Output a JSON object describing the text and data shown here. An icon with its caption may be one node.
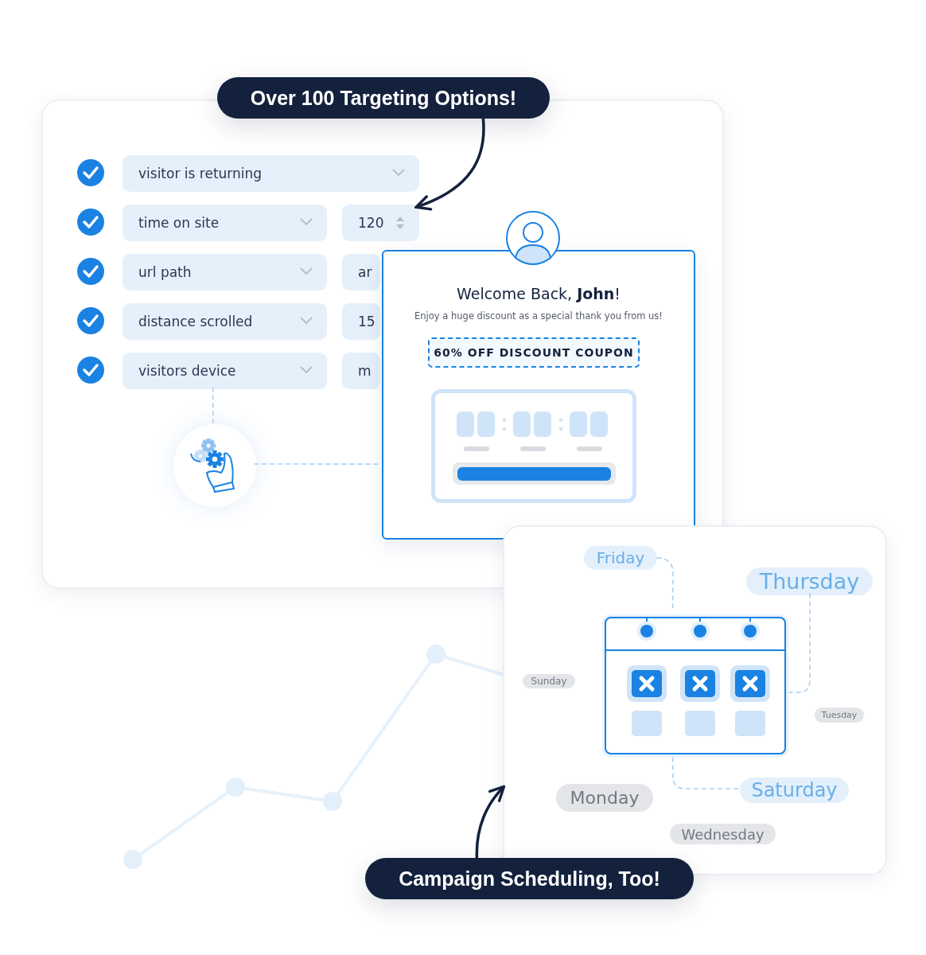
{
  "diagram": {
    "nodes": [
      {
        "text": [
          "Over 100 Targeting Options!"
        ]
      },
      {
        "text": [],
        "shape": "box"
      },
      {
        "text": [
          "visitor is returning"
        ],
        "in": 1
      },
      {
        "text": [
          "time on site"
        ],
        "in": 1
      },
      {
        "text": [
          "120"
        ],
        "in": 1
      },
      {
        "text": [
          "url path"
        ],
        "in": 1
      },
      {
        "text": [
          "ar"
        ],
        "in": 1
      },
      {
        "text": [
          "distance scrolled"
        ],
        "in": 1
      },
      {
        "text": [
          "15"
        ],
        "in": 1
      },
      {
        "text": [
          "visitors device"
        ],
        "in": 1
      },
      {
        "text": [
          "m"
        ],
        "in": 1
      },
      {
        "text": [],
        "shape": "circle",
        "in": 1
      },
      {
        "text": [
          "Welcome Back, **John**!",
          "Enjoy a huge discount as a special thank you from us!"
        ],
        "in": 1
      },
      {
        "text": [
          "60% OFF DISCOUNT COUPON"
        ],
        "in": 12
      },
      {
        "text": [],
        "shape": "box",
        "in": 12
      },
      {
        "text": [],
        "shape": "box"
      },
      {
        "text": [
          "Friday"
        ]
      },
      {
        "text": [
          "Thursday"
        ],
        "in": 15
      },
      {
        "text": [
          "Sunday"
        ],
        "in": 15
      },
      {
        "text": [],
        "shape": "picture",
        "in": 15
      },
      {
        "text": [
          "Tuesday"
        ],
        "in": 15
      },
      {
        "text": [
          "Monday"
        ],
        "in": 15
      },
      {
        "text": [
          "Saturday"
        ],
        "in": 15
      },
      {
        "text": [
          "Wednesday"
        ],
        "in": 15
      },
      {
        "text": [
          "Campaign Scheduling, Too!"
        ]
      }
    ],
    "edges": [
      {
        "from": 0,
        "to": 4,
        "arrow": "to",
        "style": "thick",
        "color": "#14213d"
      },
      {
        "from": 24,
        "to": 15,
        "arrow": "to",
        "style": "thick",
        "color": "#14213d"
      },
      {
        "from": 9,
        "to": 11,
        "arrow": "none",
        "style": "dashed"
      },
      {
        "from": 11,
        "to": 12,
        "arrow": "none",
        "style": "dashed"
      },
      {
        "from": 16,
        "to": 19,
        "arrow": "none",
        "style": "dashed"
      },
      {
        "from": 17,
        "to": 19,
        "arrow": "none",
        "style": "dashed"
      },
      {
        "from": 19,
        "to": 22,
        "arrow": "none",
        "style": "dashed"
      }
    ]
  }
}
